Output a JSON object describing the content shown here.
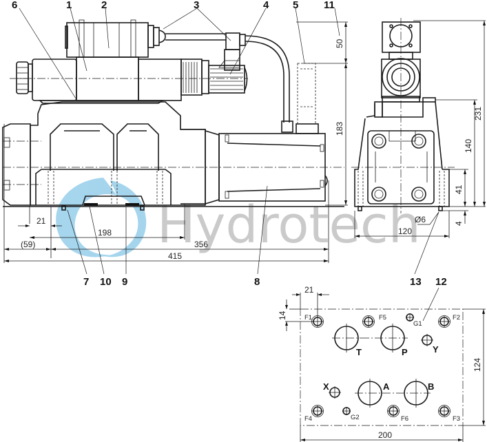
{
  "drawing": {
    "type": "technical dimension drawing",
    "subject": "hydraulic valve with motor/pilot and subplate",
    "watermark": {
      "text": "Hydrotech",
      "logo_color": "#5db4e0",
      "text_color": "#b9b9b9"
    }
  },
  "callouts": {
    "c1": "1",
    "c2": "2",
    "c3": "3",
    "c4": "4",
    "c5": "5",
    "c6": "6",
    "c7": "7",
    "c8": "8",
    "c9": "9",
    "c10": "10",
    "c11": "11",
    "c12": "12",
    "c13": "13"
  },
  "side_view_dims": {
    "d21": "21",
    "d198": "198",
    "d59": "(59)",
    "d356": "356",
    "d415": "415",
    "d50": "50",
    "d183": "183"
  },
  "end_view_dims": {
    "d231": "231",
    "d140": "140",
    "d41": "41",
    "d4": "4",
    "d6": "Ø6",
    "d120": "120"
  },
  "subplate": {
    "dims": {
      "d21": "21",
      "d14": "14",
      "d124": "124",
      "d200": "200"
    },
    "ports": {
      "T": "T",
      "P": "P",
      "Y": "Y",
      "X": "X",
      "A": "A",
      "B": "B"
    },
    "holes": {
      "F1": "F1",
      "F2": "F2",
      "F3": "F3",
      "F4": "F4",
      "F5": "F5",
      "F6": "F6",
      "G1": "G1",
      "G2": "G2"
    }
  }
}
